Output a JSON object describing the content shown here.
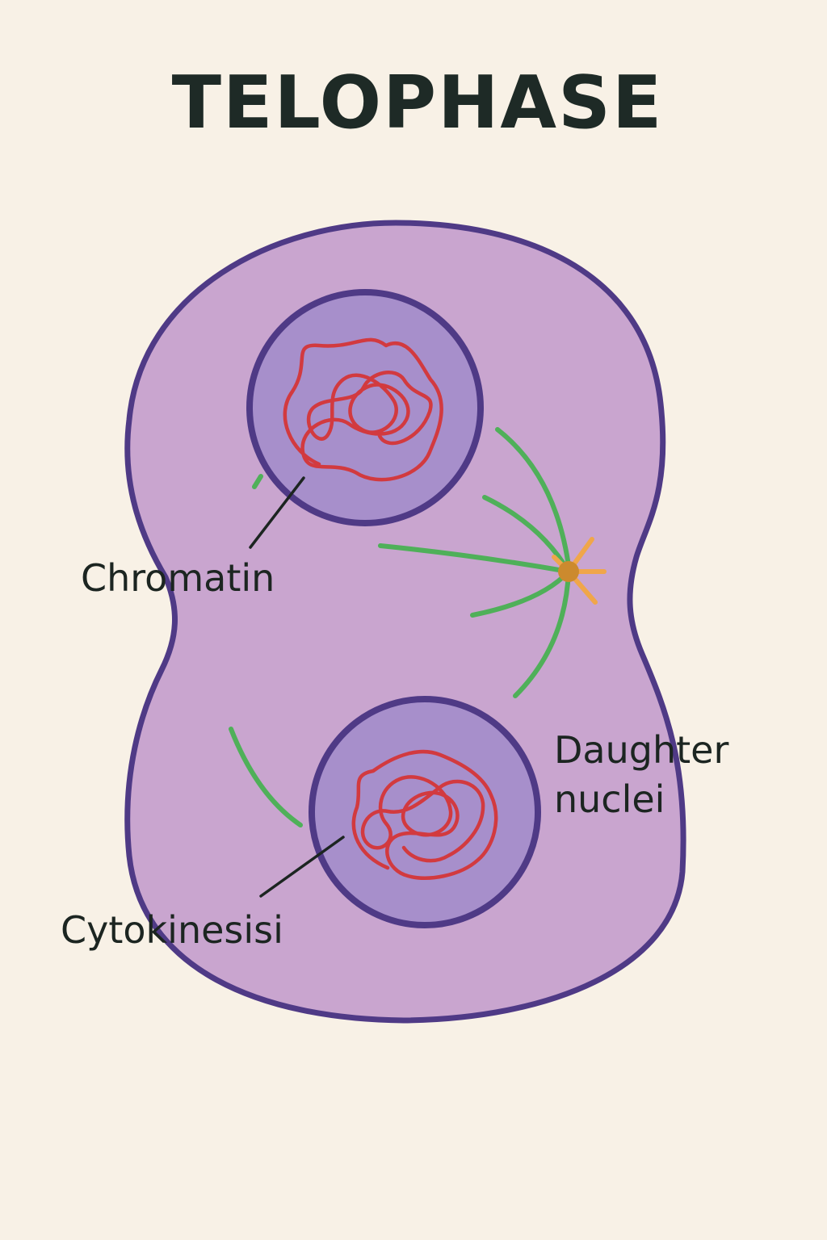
{
  "title": "TELOPHASE",
  "labels": {
    "chromatin": "Chromatin",
    "daughter_nuclei_line1": "Daughter",
    "daughter_nuclei_line2": "nuclei",
    "cytokinesis": "Cytokinesisi"
  },
  "colors": {
    "background": "#f8f1e6",
    "cytoplasm": "#c9a5cf",
    "membrane": "#4f3a86",
    "nucleus": "#a78fcb",
    "chromatin": "#d23a3f",
    "spindle": "#4fb059",
    "centrosome_core": "#cc8a2e",
    "centrosome_rays": "#f0a64a",
    "text": "#1c2521"
  }
}
